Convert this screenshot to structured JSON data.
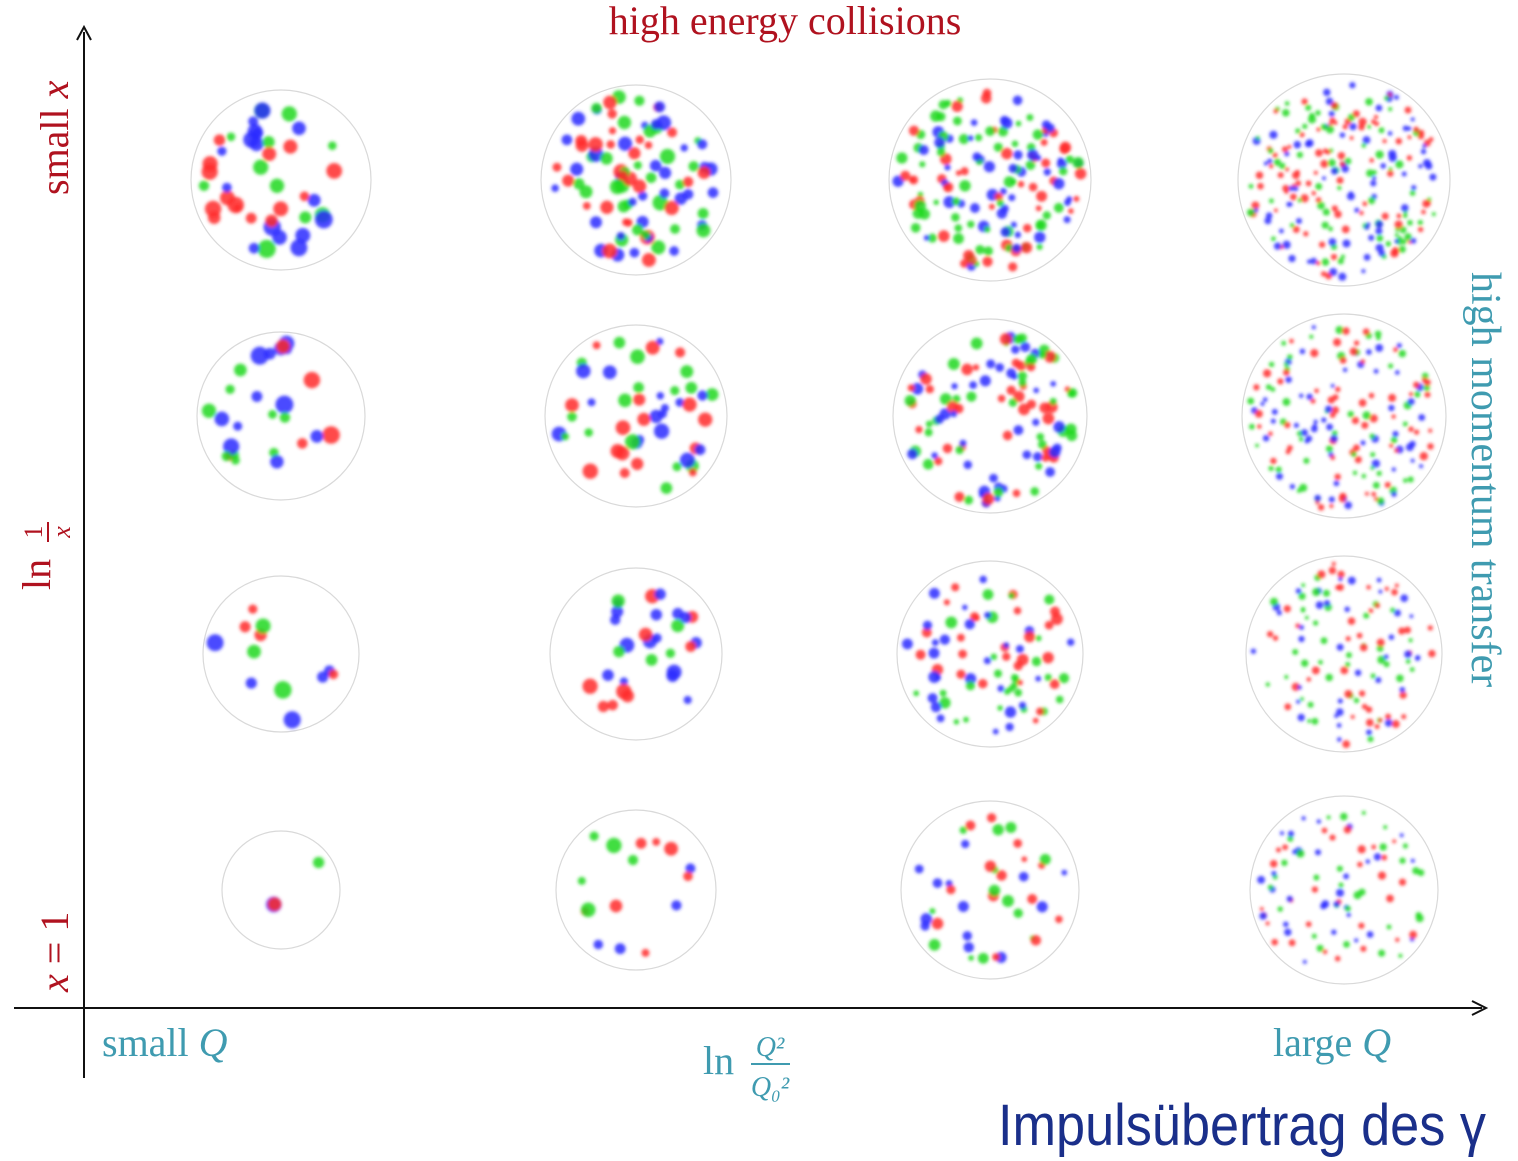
{
  "title": "high energy collisions",
  "caption": "Impulsübertrag des γ",
  "y_axis": {
    "top_label_text": "small ",
    "top_label_var": "x",
    "middle_label_ln": "ln",
    "middle_label_num": "1",
    "middle_label_den": "x",
    "bottom_label_var": "x",
    "bottom_label_rest": " = 1"
  },
  "x_axis": {
    "left_label_text": "small ",
    "left_label_var": "Q",
    "middle_label_ln": "ln",
    "middle_label_num": "Q²",
    "middle_label_den": "Q₀²",
    "right_label_text": "large ",
    "right_label_var": "Q"
  },
  "right_label": "high momentum transfer",
  "colors": {
    "title": "#b0121f",
    "y_axis_labels": "#b0121f",
    "x_axis_labels": "#3f9bb0",
    "right_label": "#3f9bb0",
    "caption": "#1a2f8a",
    "axis": "#111111",
    "circle_outline": "#d9d9d9",
    "parton_red": "#ff2a2a",
    "parton_green": "#1fd81f",
    "parton_blue": "#2a2aff"
  },
  "grid": {
    "rows": 4,
    "columns": 4,
    "row_meaning_top_to_bottom": [
      "small x",
      "",
      "",
      "x = 1"
    ],
    "column_meaning_left_to_right": [
      "small Q",
      "",
      "",
      "large Q"
    ],
    "cells": [
      {
        "row": 0,
        "col": 0,
        "partons": 42,
        "size": "large"
      },
      {
        "row": 0,
        "col": 1,
        "partons": 90,
        "size": "medium"
      },
      {
        "row": 0,
        "col": 2,
        "partons": 150,
        "size": "small"
      },
      {
        "row": 0,
        "col": 3,
        "partons": 230,
        "size": "tiny"
      },
      {
        "row": 1,
        "col": 0,
        "partons": 26,
        "size": "large"
      },
      {
        "row": 1,
        "col": 1,
        "partons": 48,
        "size": "medium"
      },
      {
        "row": 1,
        "col": 2,
        "partons": 110,
        "size": "small"
      },
      {
        "row": 1,
        "col": 3,
        "partons": 170,
        "size": "tiny"
      },
      {
        "row": 2,
        "col": 0,
        "partons": 12,
        "size": "large"
      },
      {
        "row": 2,
        "col": 1,
        "partons": 30,
        "size": "medium"
      },
      {
        "row": 2,
        "col": 2,
        "partons": 80,
        "size": "small"
      },
      {
        "row": 2,
        "col": 3,
        "partons": 120,
        "size": "tiny"
      },
      {
        "row": 3,
        "col": 0,
        "partons": 3,
        "size": "large"
      },
      {
        "row": 3,
        "col": 1,
        "partons": 16,
        "size": "medium"
      },
      {
        "row": 3,
        "col": 2,
        "partons": 40,
        "size": "small"
      },
      {
        "row": 3,
        "col": 3,
        "partons": 90,
        "size": "tiny"
      }
    ]
  }
}
